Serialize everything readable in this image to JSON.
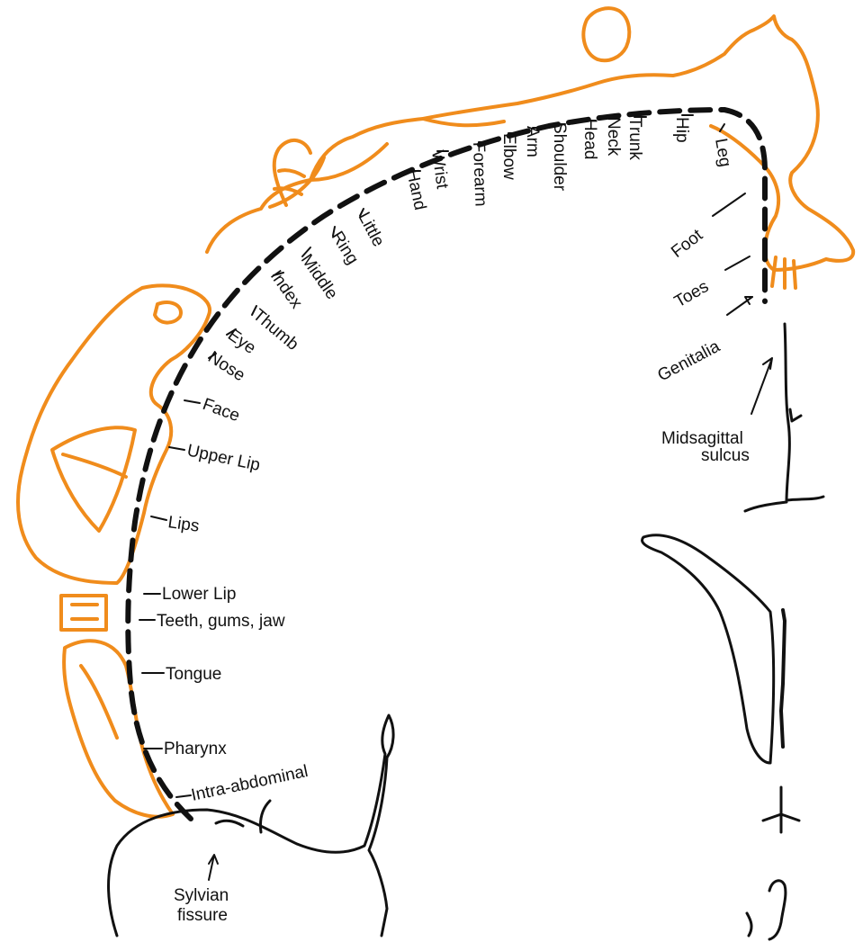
{
  "colors": {
    "figure": "#f08c1c",
    "ink": "#111111",
    "background": "#ffffff"
  },
  "labels": {
    "leg": "Leg",
    "hip": "Hip",
    "trunk": "Trunk",
    "neck": "Neck",
    "head": "Head",
    "shoulder": "Shoulder",
    "arm": "Arm",
    "elbow": "Elbow",
    "forearm": "Forearm",
    "wrist": "Wrist",
    "hand": "Hand",
    "little": "Little",
    "ring": "Ring",
    "middle": "Middle",
    "index": "Index",
    "thumb": "Thumb",
    "eye": "Eye",
    "nose": "Nose",
    "face": "Face",
    "upper_lip": "Upper Lip",
    "lips": "Lips",
    "lower_lip": "Lower Lip",
    "teeth": "Teeth, gums, jaw",
    "tongue": "Tongue",
    "pharynx": "Pharynx",
    "intra_abdominal": "Intra-abdominal",
    "foot": "Foot",
    "toes": "Toes",
    "genitalia": "Genitalia",
    "midsagittal_line1": "Midsagittal",
    "midsagittal_line2": "sulcus",
    "sylvian_line1": "Sylvian",
    "sylvian_line2": "fissure"
  }
}
